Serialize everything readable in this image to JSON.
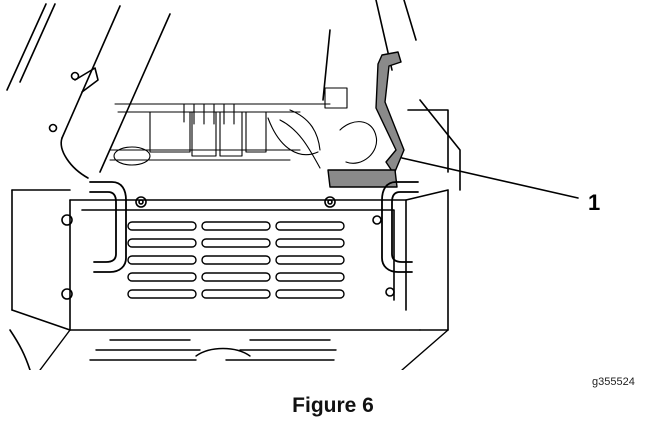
{
  "figure": {
    "caption": "Figure 6",
    "reference_code": "g355524"
  },
  "callouts": [
    {
      "number": "1",
      "target": "highlighted-bracket"
    }
  ],
  "colors": {
    "line": "#000000",
    "highlight": "#8a8a8a",
    "background": "#ffffff"
  }
}
